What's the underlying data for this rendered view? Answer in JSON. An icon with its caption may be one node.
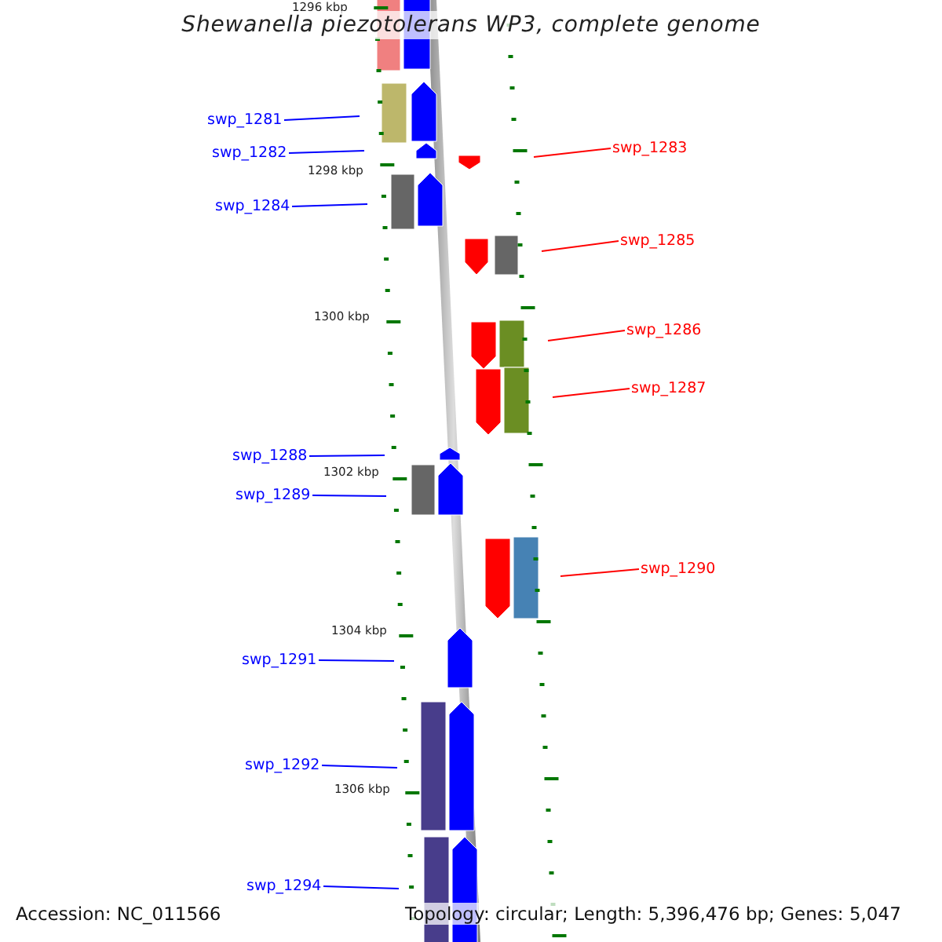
{
  "diagram": {
    "title": "Shewanella piezotolerans WP3, complete genome",
    "nodes": [
      {
        "text": [
          "swp_1281"
        ]
      },
      {
        "text": [
          "swp_1282"
        ]
      },
      {
        "text": [
          "swp_1284"
        ]
      },
      {
        "text": [
          "swp_1283"
        ]
      },
      {
        "text": [
          "swp_1285"
        ]
      },
      {
        "text": [
          "swp_1286"
        ]
      },
      {
        "text": [
          "swp_1287"
        ]
      },
      {
        "text": [
          "swp_1288"
        ]
      },
      {
        "text": [
          "swp_1289"
        ]
      },
      {
        "text": [
          "swp_1290"
        ]
      },
      {
        "text": [
          "swp_1291"
        ]
      },
      {
        "text": [
          "swp_1292"
        ]
      },
      {
        "text": [
          "swp_1294"
        ]
      }
    ],
    "edges": [
      {
        "from": 0,
        "to": null,
        "arrow": "none"
      },
      {
        "from": 1,
        "to": null,
        "arrow": "none"
      },
      {
        "from": 2,
        "to": null,
        "arrow": "none"
      },
      {
        "from": 3,
        "to": null,
        "arrow": "none",
        "color": "#ff0000"
      },
      {
        "from": 4,
        "to": null,
        "arrow": "none",
        "color": "#ff0000"
      },
      {
        "from": 5,
        "to": null,
        "arrow": "none",
        "color": "#ff0000"
      },
      {
        "from": 6,
        "to": null,
        "arrow": "none",
        "color": "#ff0000"
      },
      {
        "from": 7,
        "to": null,
        "arrow": "none"
      },
      {
        "from": 8,
        "to": null,
        "arrow": "none"
      },
      {
        "from": 9,
        "to": null,
        "arrow": "none",
        "color": "#ff0000"
      },
      {
        "from": 10,
        "to": null,
        "arrow": "none"
      },
      {
        "from": 11,
        "to": null,
        "arrow": "none"
      },
      {
        "from": 12,
        "to": null,
        "arrow": "none"
      }
    ],
    "labels": [
      "1296 kbp",
      "1298 kbp",
      "1300 kbp",
      "1302 kbp",
      "1304 kbp",
      "1306 kbp",
      "Accession: NC_011566",
      "Topology: circular; Length: 5,396,476 bp; Genes: 5,047"
    ]
  }
}
